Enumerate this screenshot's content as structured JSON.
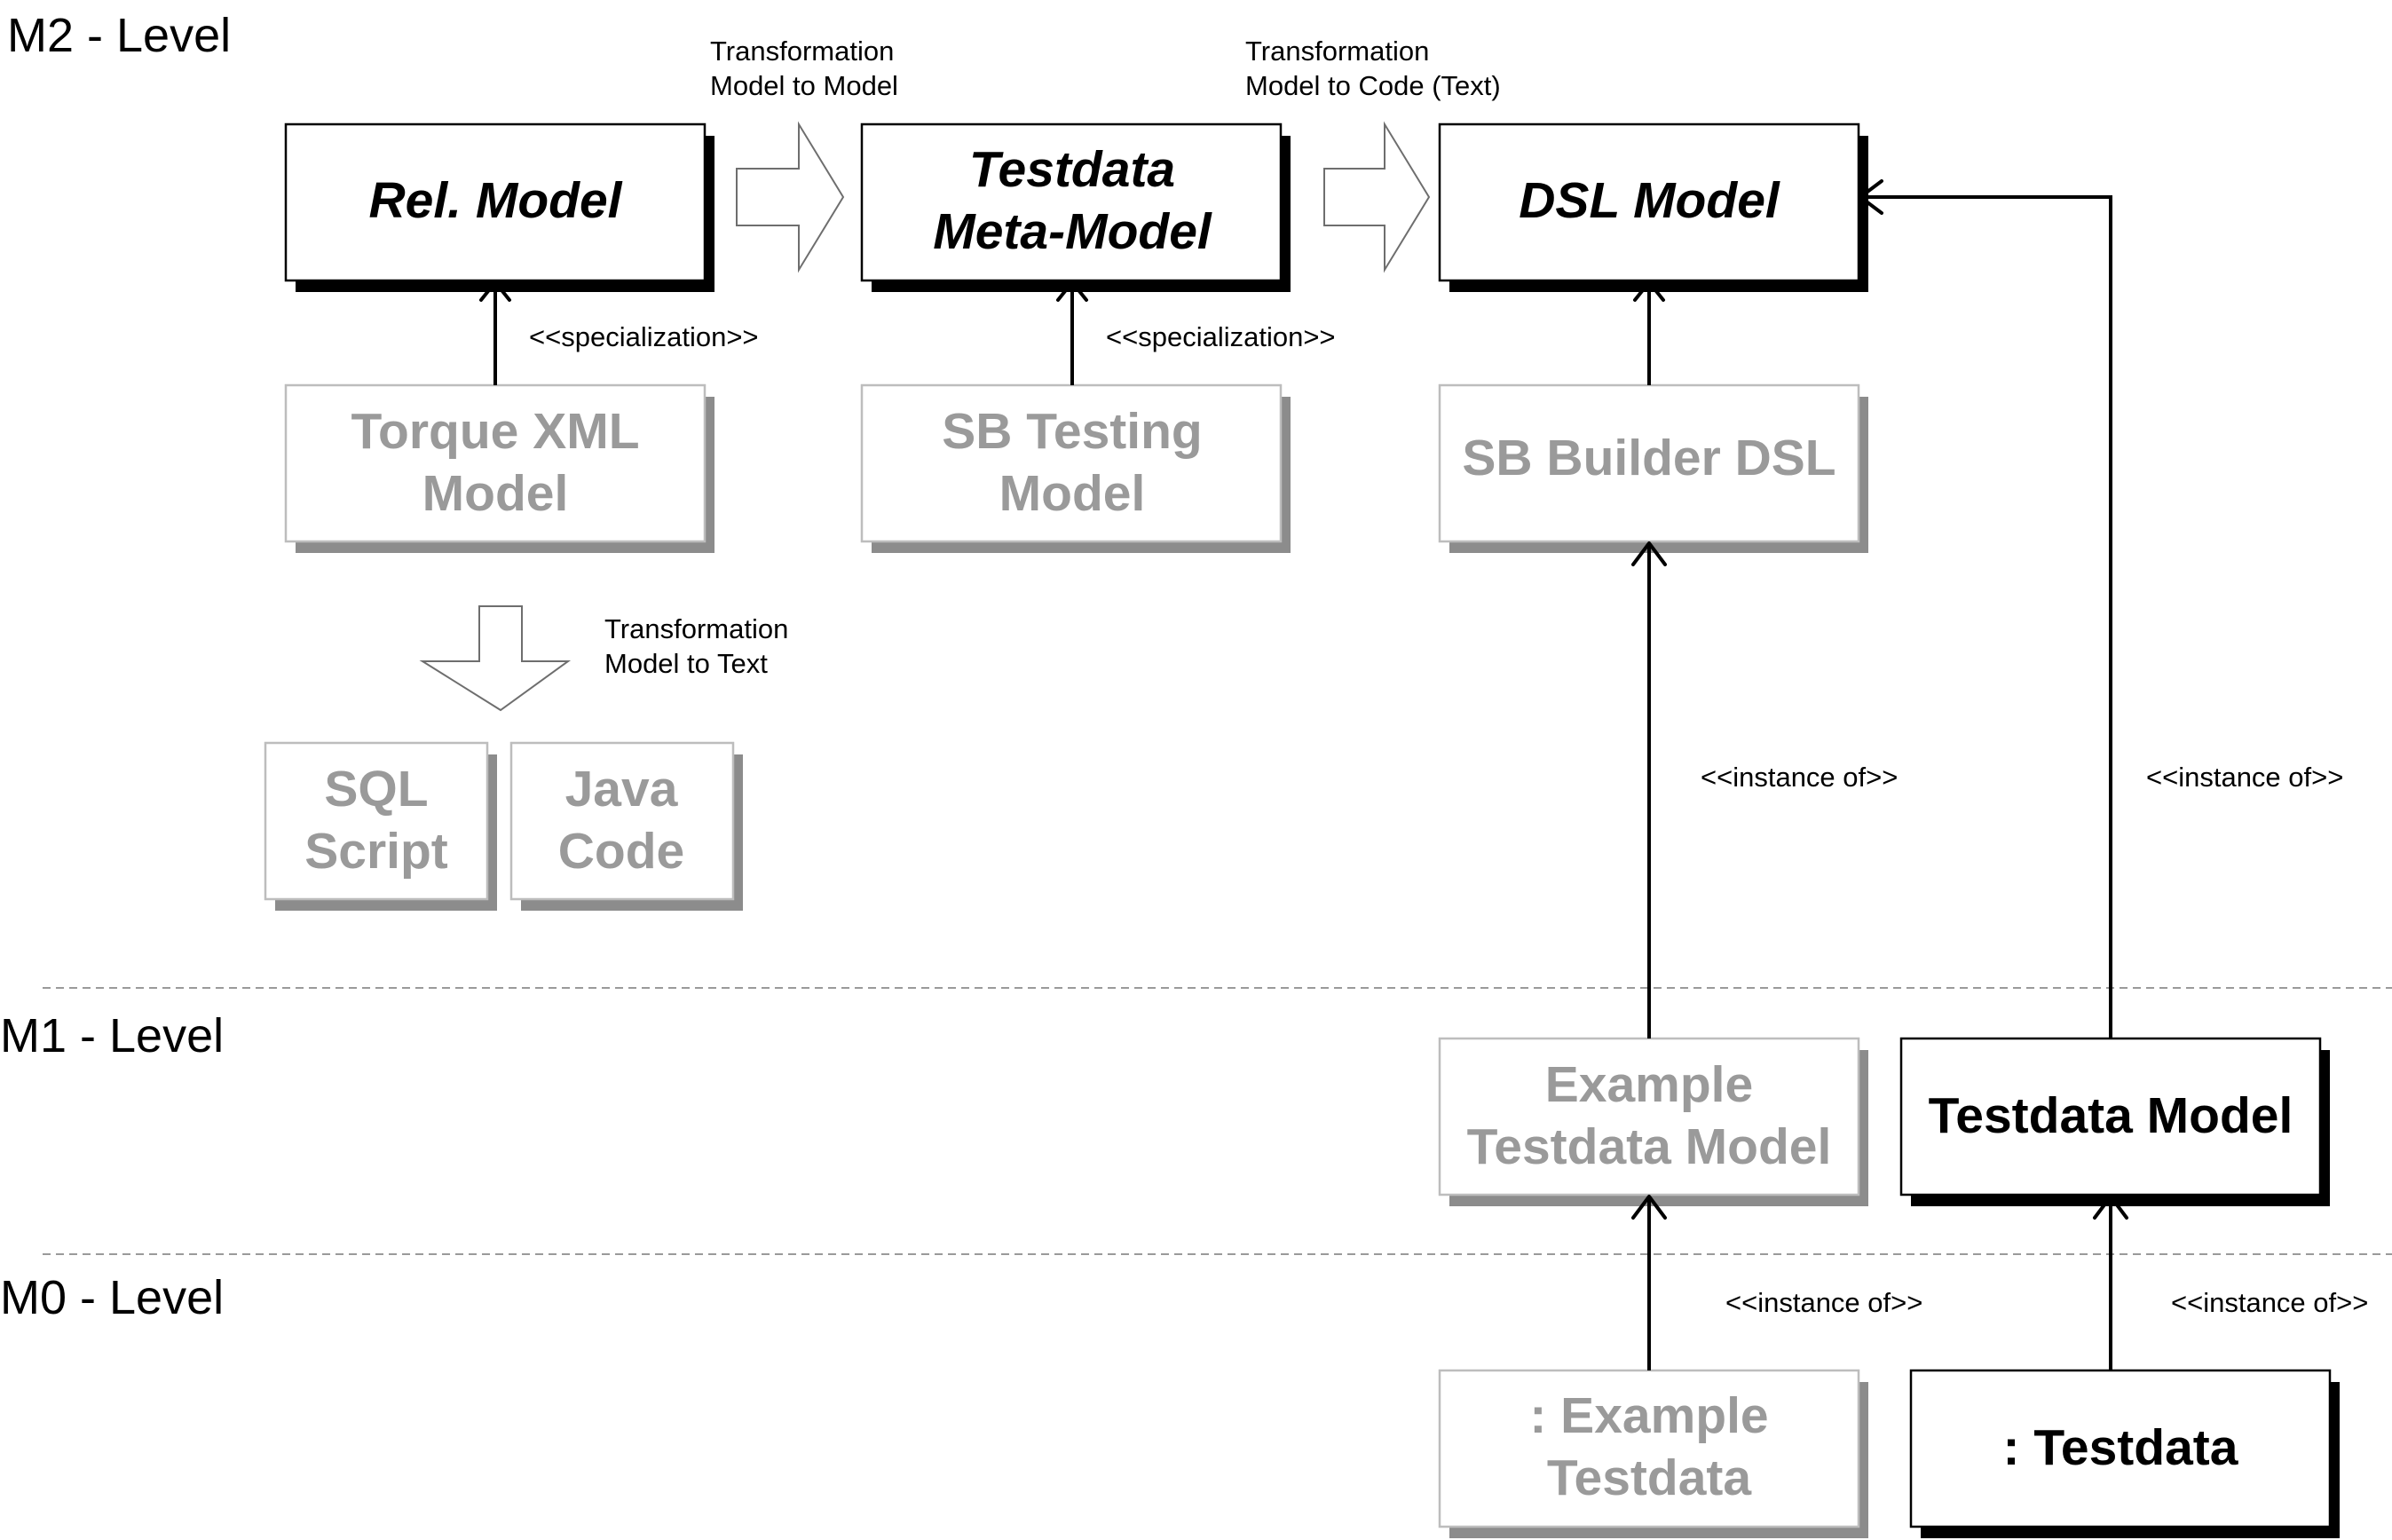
{
  "levels": {
    "m2": "M2 - Level",
    "m1": "M1 - Level",
    "m0": "M0 - Level"
  },
  "transformations": {
    "model_to_model": [
      "Transformation",
      "Model to Model"
    ],
    "model_to_code": [
      "Transformation",
      "Model to Code (Text)"
    ],
    "model_to_text": [
      "Transformation",
      "Model to Text"
    ]
  },
  "relations": {
    "specialization_1": "<<specialization>>",
    "specialization_2": "<<specialization>>",
    "instance_of_1": "<<instance of>>",
    "instance_of_2": "<<instance of>>",
    "instance_of_3": "<<instance of>>",
    "instance_of_4": "<<instance of>>"
  },
  "boxes": {
    "rel_model": [
      "Rel. Model"
    ],
    "testdata_meta_model": [
      "Testdata",
      "Meta-Model"
    ],
    "dsl_model": [
      "DSL Model"
    ],
    "torque_xml_model": [
      "Torque XML",
      "Model"
    ],
    "sb_testing_model": [
      "SB Testing",
      "Model"
    ],
    "sb_builder_dsl": [
      "SB Builder DSL"
    ],
    "sql_script": [
      "SQL",
      "Script"
    ],
    "java_code": [
      "Java",
      "Code"
    ],
    "example_testdata_model": [
      "Example",
      "Testdata Model"
    ],
    "testdata_model": [
      "Testdata Model"
    ],
    "example_testdata": [
      ": Example",
      "Testdata"
    ],
    "testdata": [
      ": Testdata"
    ]
  }
}
